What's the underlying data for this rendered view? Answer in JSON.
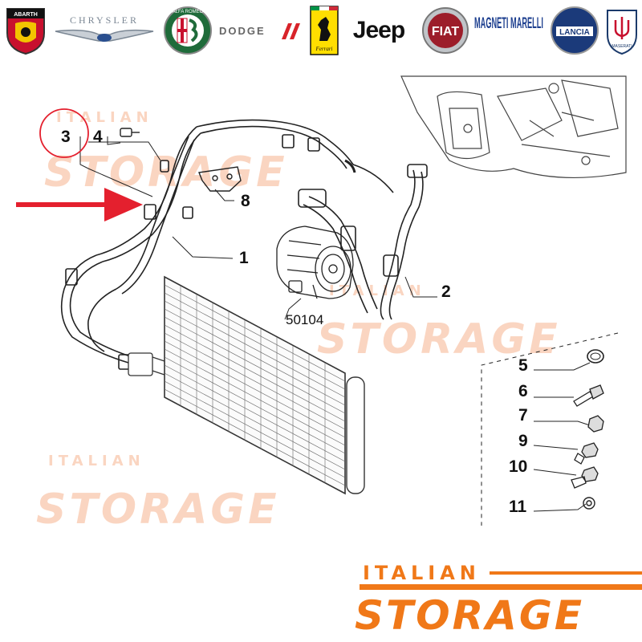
{
  "brands": [
    {
      "name": "ABARTH",
      "icon": "abarth-scorpion-icon",
      "color": "#c8102e"
    },
    {
      "name": "CHRYSLER",
      "icon": "chrysler-wings-icon",
      "color": "#7b8794"
    },
    {
      "name": "ALFA ROMEO",
      "icon": "alfa-romeo-badge-icon",
      "color": "#1f6b3a"
    },
    {
      "name": "DODGE",
      "icon": "dodge-stripes-icon",
      "color": "#d8232a"
    },
    {
      "name": "Ferrari",
      "icon": "ferrari-horse-icon",
      "color": "#ffde00"
    },
    {
      "name": "Jeep",
      "icon": "jeep-wordmark-icon",
      "color": "#111111"
    },
    {
      "name": "FIAT",
      "icon": "fiat-badge-icon",
      "color": "#9c1d2a"
    },
    {
      "name": "MAGNETI MARELLI",
      "icon": "magneti-marelli-wordmark-icon",
      "color": "#1d3f8f"
    },
    {
      "name": "LANCIA",
      "icon": "lancia-shield-icon",
      "color": "#1b3a7a"
    },
    {
      "name": "MASERATI",
      "icon": "maserati-trident-icon",
      "color": "#1b3a6b"
    }
  ],
  "diagram": {
    "callouts": {
      "c1": "1",
      "c2": "2",
      "c3": "3",
      "c4": "4",
      "c5": "5",
      "c6": "6",
      "c7": "7",
      "c8": "8",
      "c9": "9",
      "c10": "10",
      "c11": "11",
      "compressor": "50104"
    },
    "highlight_color": "#e4202e",
    "pointer_arrow": "red-arrow-icon"
  },
  "watermark": {
    "line1": "ITALIAN",
    "line2": "STORAGE",
    "color": "#f6b48f"
  },
  "footer_logo": {
    "line1": "ITALIAN",
    "line2": "STORAGE",
    "color": "#f07818"
  }
}
